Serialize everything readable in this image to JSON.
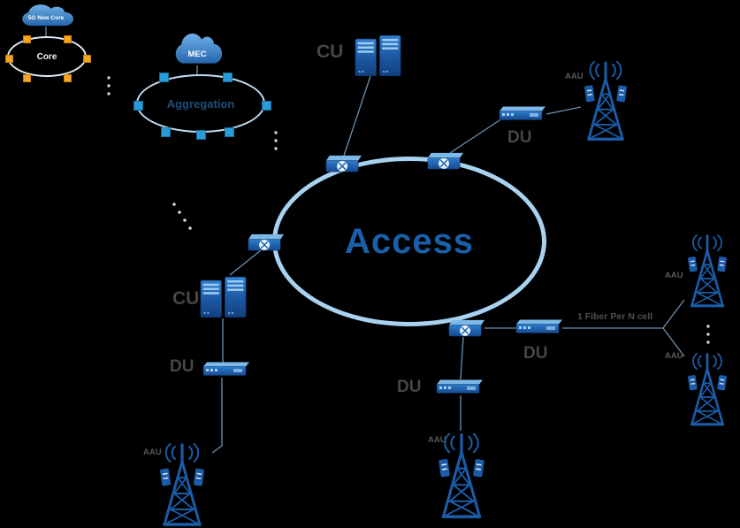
{
  "core": {
    "cloud_label": "5G New Core",
    "ring_label": "Core"
  },
  "mec": {
    "cloud_label": "MEC"
  },
  "aggregation": {
    "ring_label": "Aggregation"
  },
  "access": {
    "ring_label": "Access"
  },
  "devices": {
    "cu_top": "CU",
    "cu_left": "CU",
    "du_top_right": "DU",
    "du_left": "DU",
    "du_bottom_center": "DU",
    "du_right": "DU"
  },
  "radios": {
    "aau_top_right": "AAU",
    "aau_right_upper": "AAU",
    "aau_right_lower": "AAU",
    "aau_bottom_left": "AAU",
    "aau_bottom_center": "AAU"
  },
  "annotations": {
    "fiber_note": "1 Fiber Per N cell"
  },
  "colors": {
    "background": "#000000",
    "access_ring": "#a8d2ef",
    "access_text": "#1a5fa8",
    "aggregation_text": "#1f4e79",
    "device_blue_dark": "#123f7c",
    "device_blue": "#2d7ccd",
    "node_orange": "#f5a623",
    "node_blue": "#2b9bd7",
    "line": "#6b8fae",
    "device_label": "#464646",
    "aau_label": "#5a5a5a"
  },
  "icons": [
    "cloud-icon",
    "server-icon",
    "switch-icon",
    "du-device-icon",
    "radio-tower-icon",
    "ellipsis-dots"
  ]
}
